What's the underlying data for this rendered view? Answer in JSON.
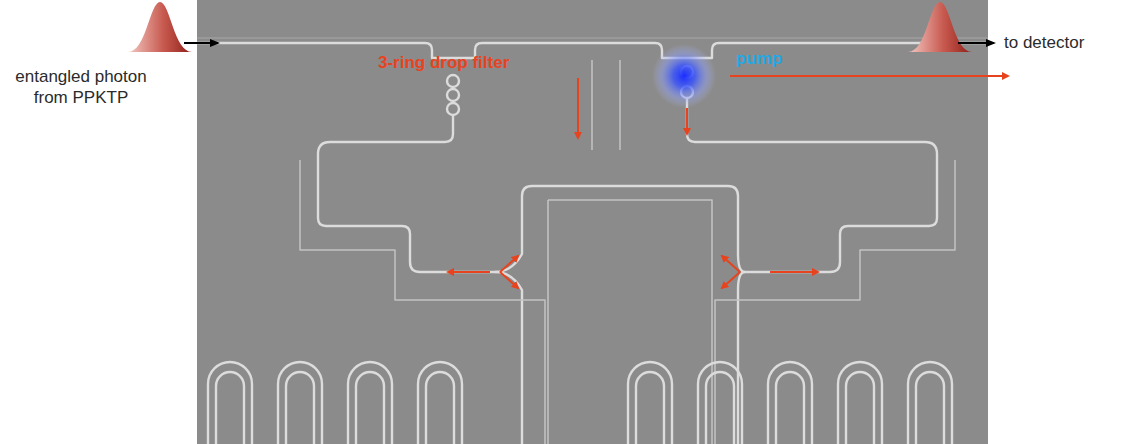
{
  "diagram": {
    "labels": [
      "entangled photon from PPKTP",
      "to detector",
      "3-ring drop filter",
      "pump"
    ]
  }
}
